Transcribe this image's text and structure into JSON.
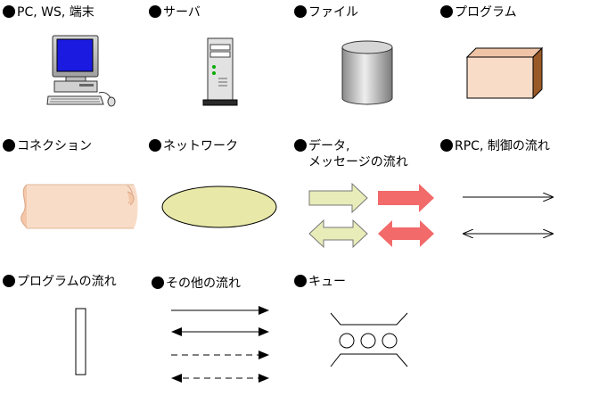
{
  "legend": {
    "pc": "PC, WS, 端末",
    "server": "サーバ",
    "file": "ファイル",
    "program": "プログラム",
    "connection": "コネクション",
    "network": "ネットワーク",
    "data_line1": "データ,",
    "data_line2": "メッセージの流れ",
    "rpc": "RPC, 制御の流れ",
    "program_flow": "プログラムの流れ",
    "other_flow": "その他の流れ",
    "queue": "キュー"
  },
  "colors": {
    "box": "#f9dcc8",
    "cylinder": "#c9c9c9",
    "network": "#e8e8a8",
    "pale_arrow": "#e8ecb8",
    "red_arrow": "#f26a6a",
    "monitor": "#1a1ae0"
  },
  "icons": [
    "computer-icon",
    "server-tower-icon",
    "file-cylinder-icon",
    "program-box-icon",
    "connection-pipe-icon",
    "network-ellipse-icon",
    "data-arrow-icon",
    "rpc-arrow-icon",
    "program-flow-bar-icon",
    "other-flow-arrow-icon",
    "queue-icon"
  ]
}
